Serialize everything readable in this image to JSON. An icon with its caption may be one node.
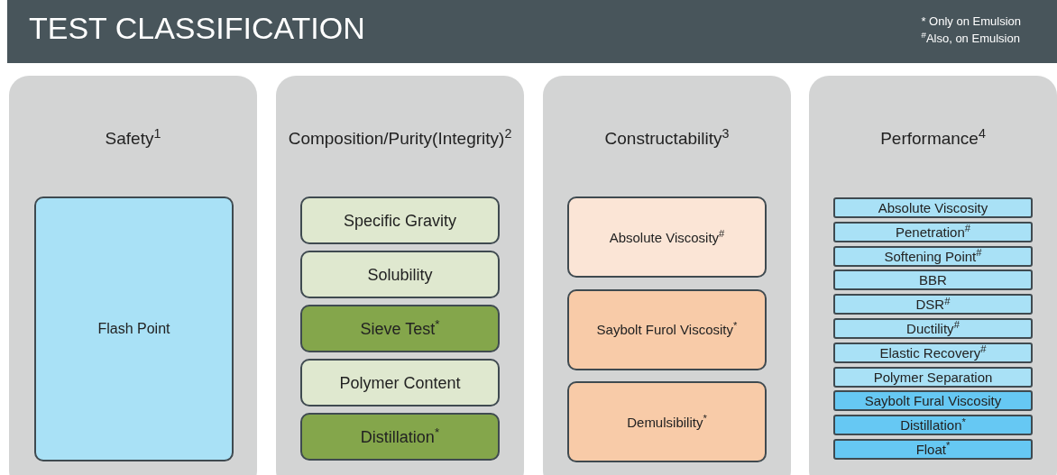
{
  "diagram": {
    "title": "TEST CLASSIFICATION",
    "nodes": [
      {
        "text": [
          "Safety$^{1}$"
        ]
      },
      {
        "text": [
          "Flash Point"
        ],
        "in": 0
      },
      {
        "text": [
          "Composition/Purity(Integrity)$^{2}$"
        ]
      },
      {
        "text": [
          "Specific Gravity"
        ],
        "in": 2
      },
      {
        "text": [
          "Solubility"
        ],
        "in": 2
      },
      {
        "text": [
          "Sieve Test$^{*}$"
        ],
        "in": 2
      },
      {
        "text": [
          "Polymer Content"
        ],
        "in": 2
      },
      {
        "text": [
          "Distillation$^{*}$"
        ],
        "in": 2
      },
      {
        "text": [
          "Constructability$^{3}$"
        ]
      },
      {
        "text": [
          "Absolute Viscosity$^{#}$"
        ],
        "in": 8
      },
      {
        "text": [
          "Saybolt Furol Viscosity$^{*}$"
        ],
        "in": 8
      },
      {
        "text": [
          "Demulsibility$^{*}$"
        ],
        "in": 8
      },
      {
        "text": [
          "Performance$^{4}$"
        ]
      },
      {
        "text": [
          "Absolute Viscosity"
        ],
        "in": 12
      },
      {
        "text": [
          "Penetration$^{#}$"
        ],
        "in": 12
      },
      {
        "text": [
          "Softening Point$^{#}$"
        ],
        "in": 12
      },
      {
        "text": [
          "BBR"
        ],
        "in": 12
      },
      {
        "text": [
          "DSR$^{#}$"
        ],
        "in": 12
      },
      {
        "text": [
          "Ductility$^{#}$"
        ],
        "in": 12
      },
      {
        "text": [
          "Elastic Recovery$^{#}$"
        ],
        "in": 12
      },
      {
        "text": [
          "Polymer Separation"
        ],
        "in": 12
      },
      {
        "text": [
          "Saybolt Fural Viscosity"
        ],
        "in": 12
      },
      {
        "text": [
          "Distillation$^{*}$"
        ],
        "in": 12
      },
      {
        "text": [
          "Float$^{*}$"
        ],
        "in": 12
      }
    ],
    "labels": [
      "* Only on Emulsion",
      "$^{#}$Also, on Emulsion"
    ]
  }
}
